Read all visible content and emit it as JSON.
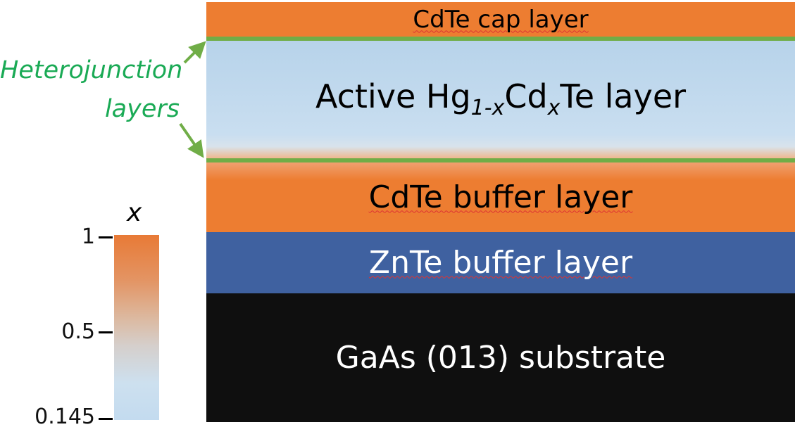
{
  "layers": {
    "cap": {
      "label": "CdTe cap layer",
      "color": "#ed7d31"
    },
    "active": {
      "label_pre": "Active Hg",
      "sub1": "1-x",
      "mid": "Cd",
      "sub2": "x",
      "label_post": "Te layer",
      "color": "#c5dcee"
    },
    "cdte_buffer": {
      "label": "CdTe buffer layer",
      "color": "#ed7d31"
    },
    "znte_buffer": {
      "label": "ZnTe buffer layer",
      "color": "#3f61a0"
    },
    "substrate": {
      "label": "GaAs (013) substrate",
      "color": "#0f0f0f"
    }
  },
  "annotation": {
    "line1": "Heterojunction",
    "line2": "layers",
    "color": "#1aaa55",
    "interface_color": "#70ad47"
  },
  "colorbar": {
    "title": "x",
    "ticks": [
      "1",
      "0.5",
      "0.145"
    ],
    "range": [
      0.145,
      1
    ],
    "top_color": "#ed7d31",
    "bottom_color": "#c5dcee"
  }
}
